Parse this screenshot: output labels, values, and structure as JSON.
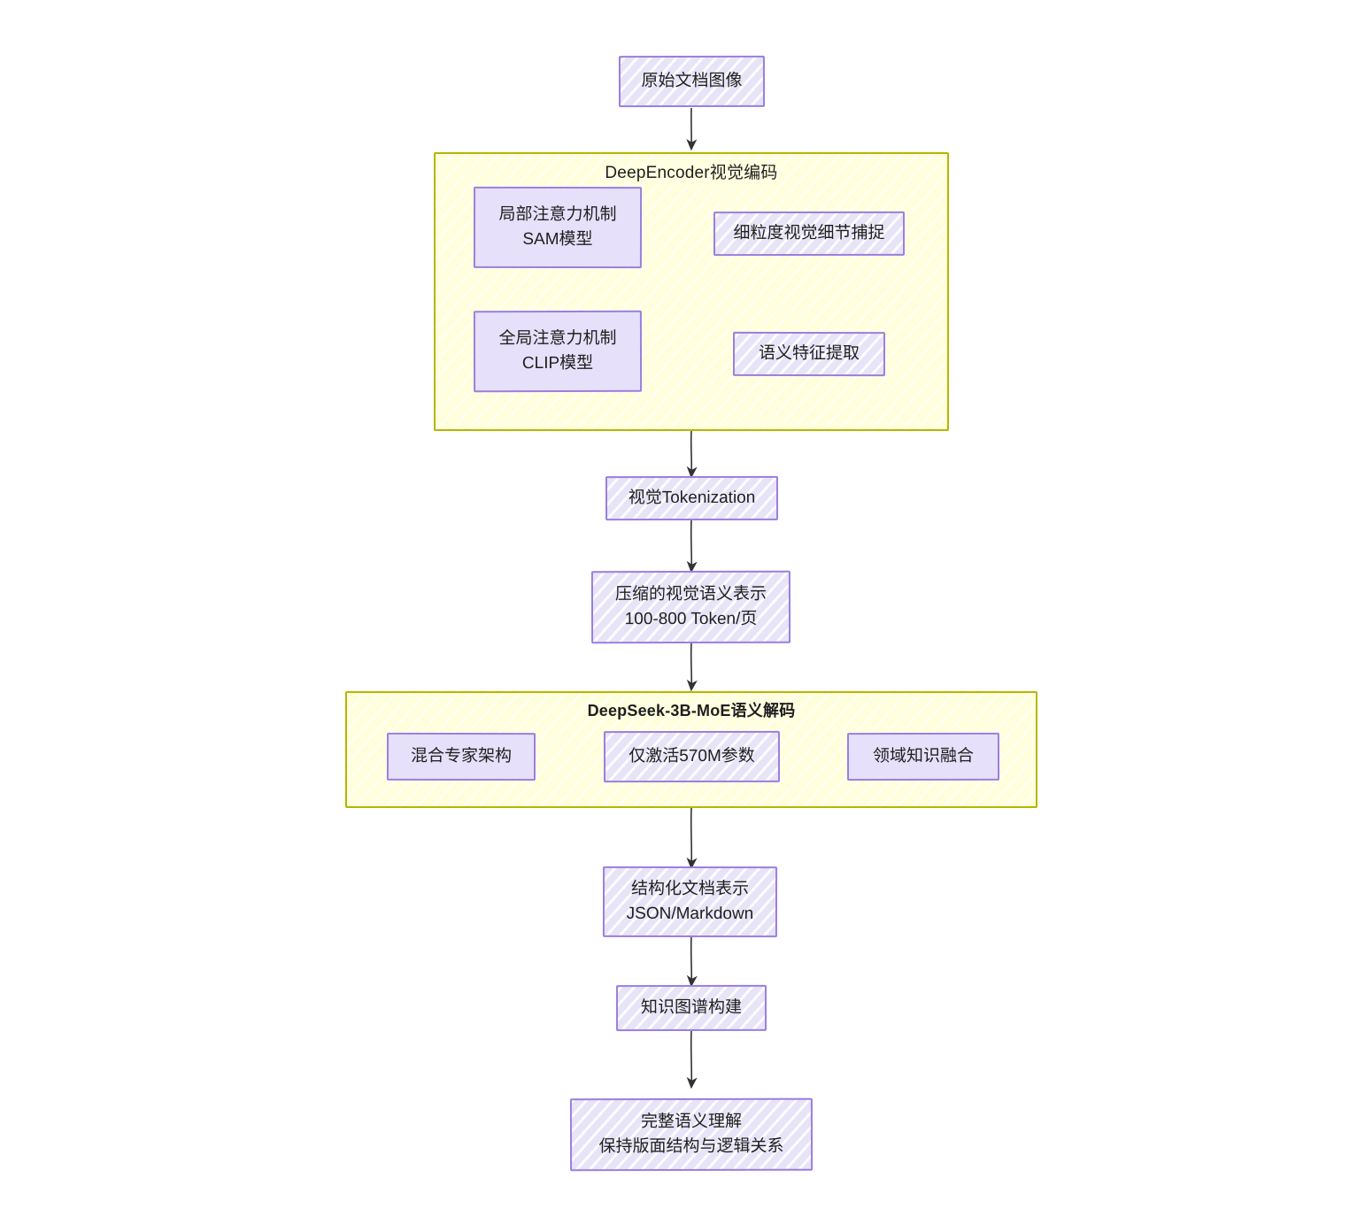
{
  "diagram": {
    "type": "flowchart",
    "direction": "top-down",
    "style": "hand-drawn-sketch",
    "colors": {
      "node_fill": "#e6e0fa",
      "node_border": "#9a7fe0",
      "container_fill": "#ffffdd",
      "container_border": "#b6b600",
      "text": "#1f1f1f",
      "edge": "#333333"
    }
  },
  "nodes": {
    "source_image": {
      "line1": "原始文档图像"
    },
    "local_attention": {
      "line1": "局部注意力机制",
      "line2": "SAM模型"
    },
    "fine_grained": {
      "line1": "细粒度视觉细节捕捉"
    },
    "global_attention": {
      "line1": "全局注意力机制",
      "line2": "CLIP模型"
    },
    "semantic_feature": {
      "line1": "语义特征提取"
    },
    "visual_tokenization": {
      "line1": "视觉Tokenization"
    },
    "compressed_repr": {
      "line1": "压缩的视觉语义表示",
      "line2": "100-800 Token/页"
    },
    "moe_architecture": {
      "line1": "混合专家架构"
    },
    "activated_params": {
      "line1": "仅激活570M参数"
    },
    "domain_knowledge": {
      "line1": "领域知识融合"
    },
    "structured_doc": {
      "line1": "结构化文档表示",
      "line2": "JSON/Markdown"
    },
    "knowledge_graph": {
      "line1": "知识图谱构建"
    },
    "full_semantic": {
      "line1": "完整语义理解",
      "line2": "保持版面结构与逻辑关系"
    }
  },
  "containers": {
    "deepencoder": {
      "title": "DeepEncoder视觉编码"
    },
    "deepseek": {
      "title": "DeepSeek-3B-MoE语义解码"
    }
  },
  "edges": [
    {
      "from": "source_image",
      "to": "deepencoder",
      "label": ""
    },
    {
      "from": "local_attention",
      "to": "fine_grained",
      "label": ""
    },
    {
      "from": "global_attention",
      "to": "semantic_feature",
      "label": ""
    },
    {
      "from": "deepencoder",
      "to": "visual_tokenization",
      "label": ""
    },
    {
      "from": "visual_tokenization",
      "to": "compressed_repr",
      "label": ""
    },
    {
      "from": "compressed_repr",
      "to": "deepseek",
      "label": ""
    },
    {
      "from": "moe_architecture",
      "to": "activated_params",
      "label": ""
    },
    {
      "from": "activated_params",
      "to": "domain_knowledge",
      "label": ""
    },
    {
      "from": "deepseek",
      "to": "structured_doc",
      "label": ""
    },
    {
      "from": "structured_doc",
      "to": "knowledge_graph",
      "label": ""
    },
    {
      "from": "knowledge_graph",
      "to": "full_semantic",
      "label": ""
    }
  ]
}
